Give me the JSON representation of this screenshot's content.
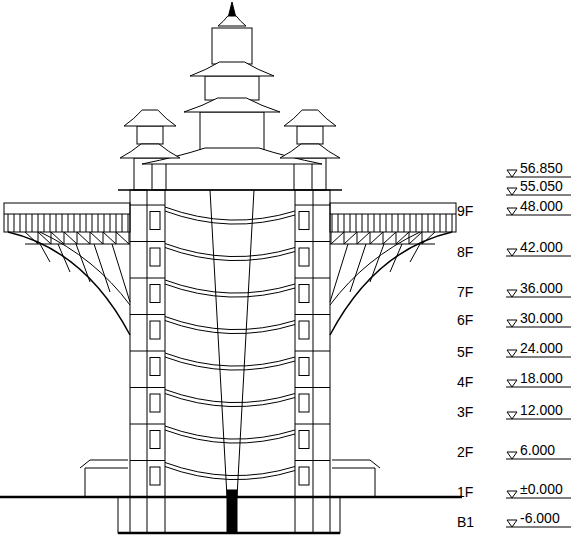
{
  "diagram": {
    "labels": [
      "56.850",
      "55.050",
      "9F",
      "48.000",
      "8F",
      "42.000",
      "7F",
      "36.000",
      "6F",
      "30.000",
      "5F",
      "24.000",
      "4F",
      "18.000",
      "3F",
      "12.000",
      "2F",
      "6.000",
      "1F",
      "±0.000",
      "B1",
      "-6.000"
    ]
  }
}
